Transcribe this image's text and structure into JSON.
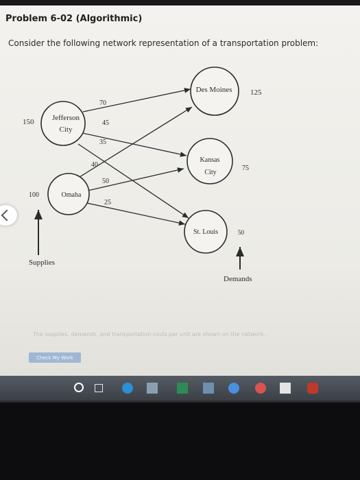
{
  "page": {
    "title": "Problem 6-02 (Algorithmic)",
    "intro": "Consider the following network representation of a transportation problem:",
    "note": "The supplies, demands, and transportation costs per unit are shown on the network.",
    "check_button": "Check My Work"
  },
  "network": {
    "sources": [
      {
        "name": "Jefferson City",
        "line1": "Jefferson",
        "line2": "City",
        "supply": "150"
      },
      {
        "name": "Omaha",
        "line1": "Omaha",
        "line2": "",
        "supply": "100"
      }
    ],
    "destinations": [
      {
        "name": "Des Moines",
        "line1": "Des Moines",
        "line2": "",
        "demand": "125"
      },
      {
        "name": "Kansas City",
        "line1": "Kansas",
        "line2": "City",
        "demand": "75"
      },
      {
        "name": "St. Louis",
        "line1": "St. Louis",
        "line2": "",
        "demand": "50"
      }
    ],
    "costs": {
      "jc_dm": "70",
      "jc_kc": "45",
      "jc_sl": "35",
      "om_dm": "40",
      "om_kc": "50",
      "om_sl": "25"
    },
    "supplies_label": "Supplies",
    "demands_label": "Demands"
  },
  "taskbar": {
    "icons": [
      "start-icon",
      "task-view-icon",
      "edge-icon",
      "file-icon",
      "excel-icon",
      "app-icon",
      "mail-icon",
      "chrome-icon",
      "store-icon",
      "app-icon-red"
    ]
  }
}
